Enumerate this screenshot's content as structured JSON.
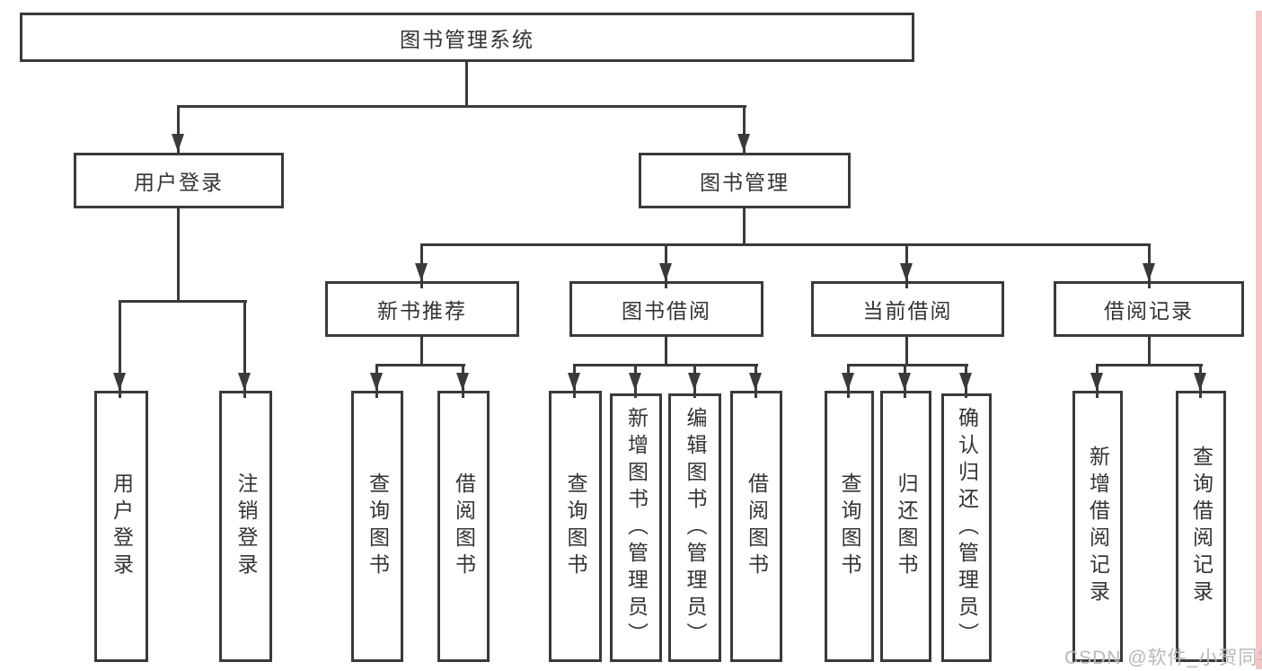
{
  "diagram_type": "tree",
  "watermark": "CSDN @软件_小贺同学",
  "colors": {
    "line": "#3a3a3a",
    "text": "#333333",
    "background": "#ffffff",
    "watermark_text": "#b9b9b9",
    "right_edge_strip": "#f3c6c6"
  },
  "tree": {
    "label": "图书管理系统",
    "children": [
      {
        "label": "用户登录",
        "children": [
          {
            "label": "用户登录"
          },
          {
            "label": "注销登录"
          }
        ]
      },
      {
        "label": "图书管理",
        "children": [
          {
            "label": "新书推荐",
            "children": [
              {
                "label": "查询图书"
              },
              {
                "label": "借阅图书"
              }
            ]
          },
          {
            "label": "图书借阅",
            "children": [
              {
                "label": "查询图书"
              },
              {
                "label": "新增图书（管理员）"
              },
              {
                "label": "编辑图书（管理员）"
              },
              {
                "label": "借阅图书"
              }
            ]
          },
          {
            "label": "当前借阅",
            "children": [
              {
                "label": "查询图书"
              },
              {
                "label": "归还图书"
              },
              {
                "label": "确认归还（管理员）"
              }
            ]
          },
          {
            "label": "借阅记录",
            "children": [
              {
                "label": "新增借阅记录"
              },
              {
                "label": "查询借阅记录"
              }
            ]
          }
        ]
      }
    ]
  }
}
